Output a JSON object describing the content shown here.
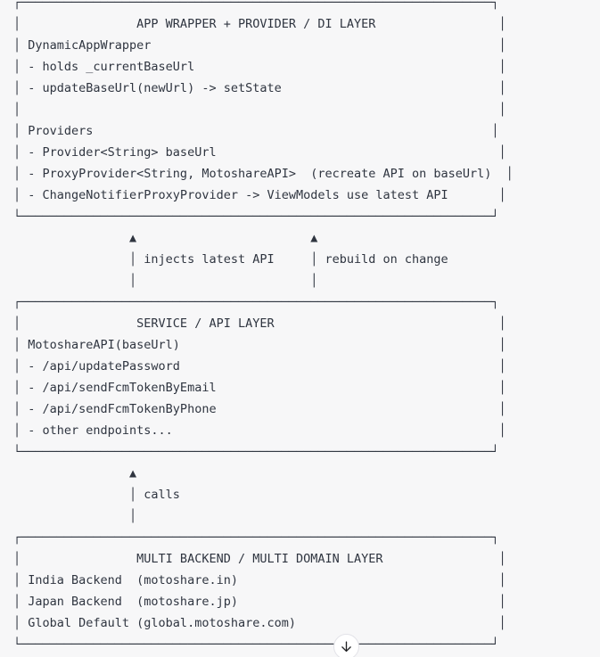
{
  "colors": {
    "background": "#f7f7f8",
    "text": "#2f3540",
    "button_border": "#e3e3e8",
    "button_background": "#ffffff",
    "button_arrow": "#202123"
  },
  "diagram": {
    "app_layer_lines": [
      "┌─────────────────────────────────────────────────────────────────┐",
      "│                APP WRAPPER + PROVIDER / DI LAYER                 │",
      "│ DynamicAppWrapper                                                │",
      "│ - holds _currentBaseUrl                                          │",
      "│ - updateBaseUrl(newUrl) -> setState                              │",
      "│                                                                  │",
      "│ Providers                                                       │",
      "│ - Provider<String> baseUrl                                       │",
      "│ - ProxyProvider<String, MotoshareAPI>  (recreate API on baseUrl)  │",
      "│ - ChangeNotifierProxyProvider -> ViewModels use latest API       │",
      "└─────────────────────────────────────────────────────────────────┘"
    ],
    "arrow_group1_lines": [
      "                ▲                        ▲",
      "                │ injects latest API     │ rebuild on change",
      "                │                        │"
    ],
    "service_layer_lines": [
      "┌─────────────────────────────────────────────────────────────────┐",
      "│                SERVICE / API LAYER                               │",
      "│ MotoshareAPI(baseUrl)                                            │",
      "│ - /api/updatePassword                                            │",
      "│ - /api/sendFcmTokenByEmail                                       │",
      "│ - /api/sendFcmTokenByPhone                                       │",
      "│ - other endpoints...                                             │",
      "└─────────────────────────────────────────────────────────────────┘"
    ],
    "arrow_group2_lines": [
      "                ▲",
      "                │ calls",
      "                │"
    ],
    "backend_layer_lines": [
      "┌─────────────────────────────────────────────────────────────────┐",
      "│                MULTI BACKEND / MULTI DOMAIN LAYER                │",
      "│ India Backend  (motoshare.in)                                    │",
      "│ Japan Backend  (motoshare.jp)                                    │",
      "│ Global Default (global.motoshare.com)                            │",
      "└─────────────────────────────────────────────────────────────────┘"
    ]
  },
  "scroll_button": {
    "icon": "arrow-down"
  }
}
